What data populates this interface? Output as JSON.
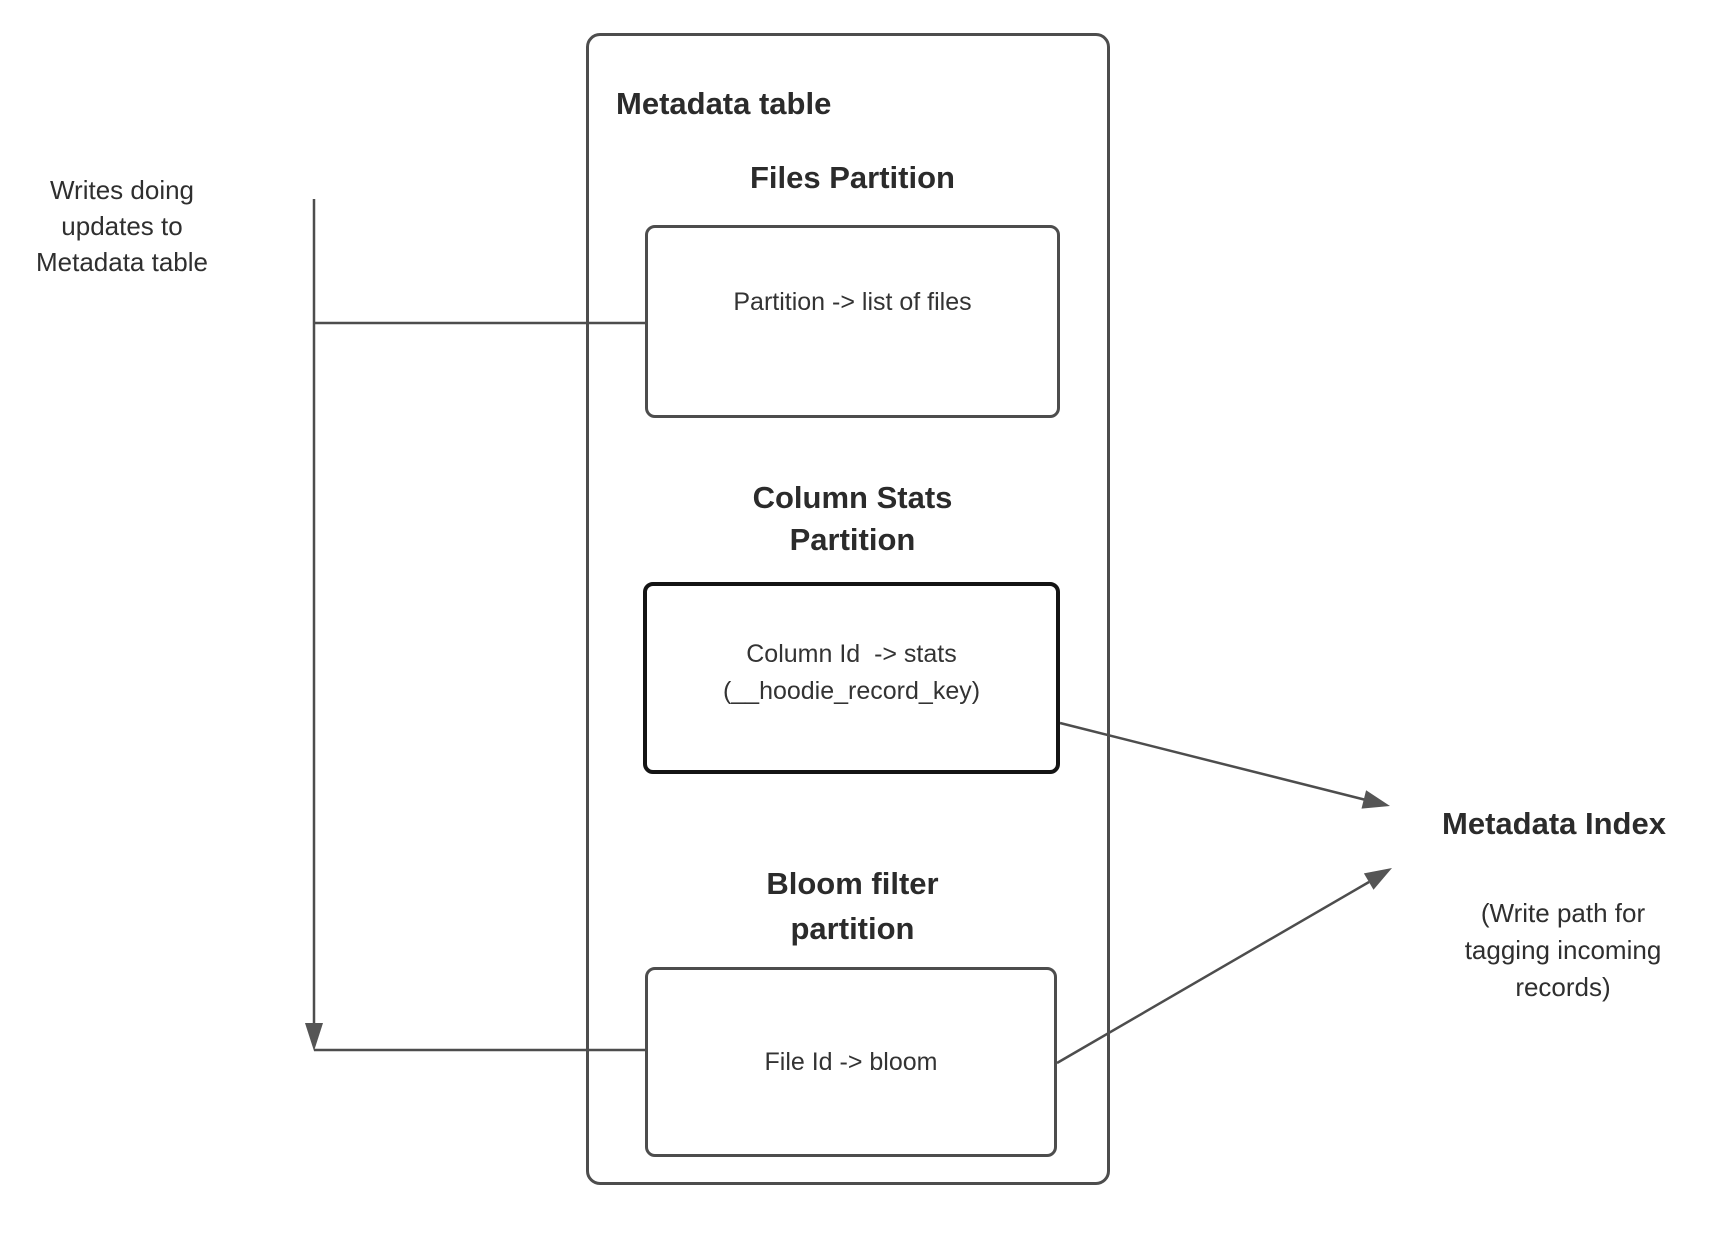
{
  "diagram": {
    "left_note": {
      "text": "Writes doing\nupdates to\nMetadata table"
    },
    "metadata_table": {
      "title": "Metadata table",
      "partitions": [
        {
          "heading": "Files Partition",
          "box_text": "Partition -> list of files"
        },
        {
          "heading": "Column Stats\nPartition",
          "box_text": "Column Id  -> stats\n(__hoodie_record_key)"
        },
        {
          "heading": "Bloom filter\npartition",
          "box_text": "File Id -> bloom"
        }
      ]
    },
    "metadata_index": {
      "title": "Metadata Index",
      "subtitle": "(Write path for\ntagging incoming\nrecords)"
    },
    "colors": {
      "connector_line": "#4d4d4d",
      "arrowhead_fill": "#555555",
      "outer_box_border": "#4d4d4d",
      "partition_box_border": "#4d4d4d",
      "stats_box_border": "#141414",
      "heading_text": "#2b2b2b",
      "body_text": "#333333",
      "background": "#ffffff"
    }
  }
}
